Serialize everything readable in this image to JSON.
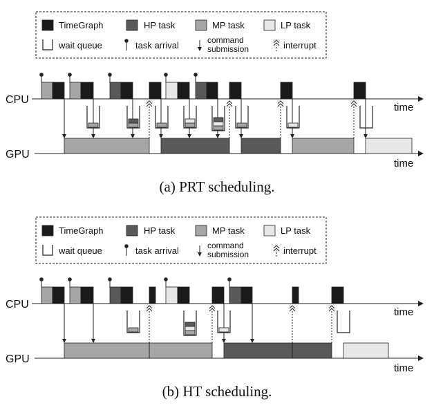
{
  "colors": {
    "timegraph": "#1a1a1a",
    "hp": "#595959",
    "mp": "#a6a6a6",
    "lp": "#e8e8e8",
    "line": "#222222"
  },
  "legend": {
    "timegraph": "TimeGraph",
    "hp": "HP task",
    "mp": "MP task",
    "lp": "LP task",
    "wait_queue": "wait queue",
    "task_arrival": "task arrival",
    "command_line1": "command",
    "command_line2": "submission",
    "interrupt": "interrupt"
  },
  "panels": [
    {
      "caption": "(a) PRT scheduling.",
      "cpu_label": "CPU",
      "gpu_label": "GPU",
      "time_label": "time"
    },
    {
      "caption": "(b) HT scheduling.",
      "cpu_label": "CPU",
      "gpu_label": "GPU",
      "time_label": "time"
    }
  ]
}
